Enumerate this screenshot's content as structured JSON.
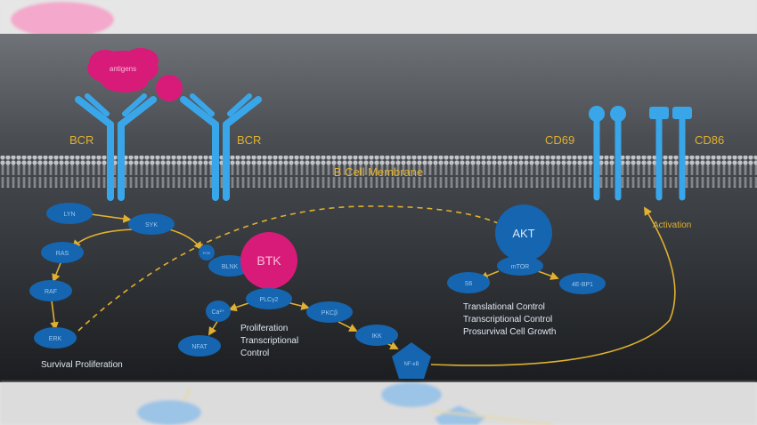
{
  "diagram": {
    "antigen_label": "antigens",
    "membrane_label": "B Cell Membrane",
    "receptors": {
      "bcr_left": "BCR",
      "bcr_right": "BCR",
      "cd69": "CD69",
      "cd86": "CD86"
    },
    "nodes": {
      "lyn": "LYN",
      "syk": "SYK",
      "ras": "RAS",
      "raf": "RAF",
      "erk": "ERK",
      "pi3k": "PI3K",
      "blnk": "BLNK",
      "btk": "BTK",
      "plcg2": "PLCγ2",
      "ca": "Ca²⁺",
      "nfat": "NFAT",
      "pkcb": "PKCβ",
      "ikk": "IKK",
      "nfkb": "NF-κB",
      "akt": "AKT",
      "mtor": "mTOR",
      "s6": "S6",
      "4ebp1": "4E-BP1"
    },
    "captions": {
      "survival": "Survival Proliferation",
      "btk_outcome": [
        "Proliferation",
        "Transcriptional",
        "Control"
      ],
      "akt_outcome": [
        "Translational Control",
        "Transcriptional Control",
        "Prosurvival Cell Growth"
      ],
      "activation": "Activation"
    },
    "colors": {
      "node": "#1565b0",
      "node_text": "#9ec9f0",
      "btk": "#d81b79",
      "antigen": "#d81b79",
      "receptor": "#3aa6ea",
      "arrow": "#e0b030",
      "label": "#e0b030",
      "caption": "#dfe8f2"
    }
  }
}
